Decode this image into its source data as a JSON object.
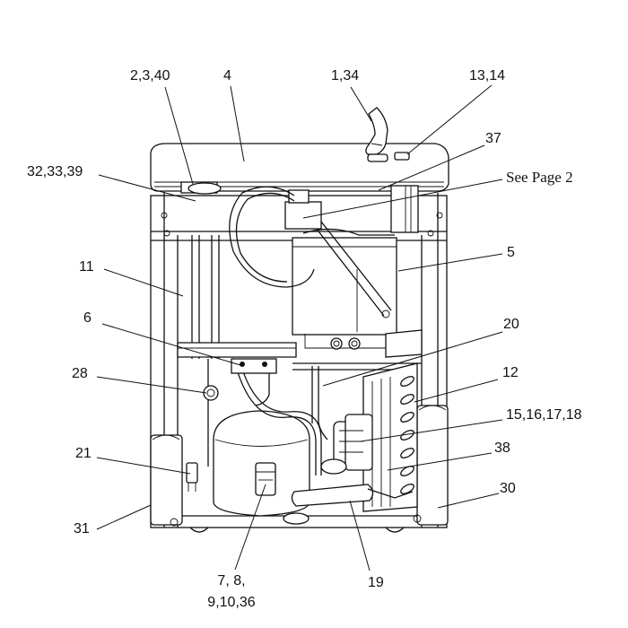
{
  "diagram": {
    "callouts": {
      "c_2_3_40": "2,3,40",
      "c_4": "4",
      "c_1_34": "1,34",
      "c_13_14": "13,14",
      "c_37": "37",
      "c_32_33_39": "32,33,39",
      "c_see_page2": "See Page 2",
      "c_11": "11",
      "c_5": "5",
      "c_6": "6",
      "c_20": "20",
      "c_28": "28",
      "c_12": "12",
      "c_15_18": "15,16,17,18",
      "c_21": "21",
      "c_38": "38",
      "c_30": "30",
      "c_31": "31",
      "c_7_8": "7, 8,",
      "c_9_10_36": "9,10,36",
      "c_19": "19"
    }
  }
}
